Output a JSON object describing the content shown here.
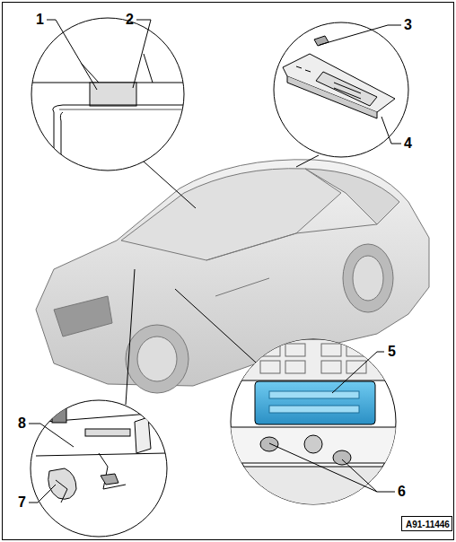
{
  "diagram": {
    "nodes": [
      {
        "text": [
          "A91-11446"
        ]
      }
    ],
    "labels": [
      "1",
      "2",
      "3",
      "4",
      "5",
      "6",
      "7",
      "8"
    ]
  }
}
